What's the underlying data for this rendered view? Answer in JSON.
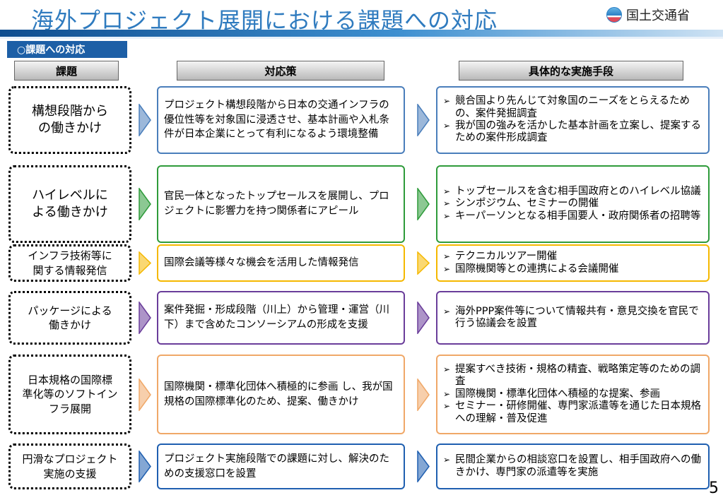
{
  "header": {
    "title": "海外プロジェクト展開における課題への対応",
    "ministry": "国土交通省"
  },
  "section_tag": "○課題への対応",
  "columns": {
    "issue": "課題",
    "measure": "対応策",
    "means": "具体的な実施手段"
  },
  "rows": [
    {
      "issue": "構想段階から\nの働きかけ",
      "measure": "プロジェクト構想段階から日本の交通インフラの優位性等を対象国に浸透させ、基本計画や入札条件が日本企業にとって有利になるよう環境整備",
      "means": [
        "競合国より先んじて対象国のニーズをとらえるための、案件発掘調査",
        "我が国の強みを活かした基本計画を立案し、提案するための案件形成調査"
      ],
      "color": "#4a7ebb"
    },
    {
      "issue": "ハイレベルに\nよる働きかけ",
      "measure": "官民一体となったトップセールスを展開し、プロジェクトに影響力を持つ関係者にアピール",
      "means": [
        "トップセールスを含む相手国政府とのハイレベル協議",
        "シンポジウム、セミナーの開催",
        "キーパーソンとなる相手国要人・政府関係者の招聘等"
      ],
      "color": "#2e9b3a"
    },
    {
      "issue": "インフラ技術等に\n関する情報発信",
      "measure": "国際会議等様々な機会を活用した情報発信",
      "means": [
        "テクニカルツアー開催",
        "国際機関等との連携による会議開催"
      ],
      "color": "#f5b800"
    },
    {
      "issue": "パッケージによる\n働きかけ",
      "measure": "案件発掘・形成段階（川上）から管理・運営（川下）まで含めたコンソーシアムの形成を支援",
      "means": [
        "海外PPP案件等について情報共有・意見交換を官民で行う協議会を設置"
      ],
      "color": "#6a3d9a"
    },
    {
      "issue": "日本規格の国際標\n準化等のソフトイン\nフラ展開",
      "measure": "国際機関・標準化団体へ積極的に参画 し、我が国規格の国際標準化のため、提案、働きかけ",
      "means": [
        "提案すべき技術・規格の精査、戦略策定等のための調査",
        "国際機関・標準化団体へ積極的な提案、参画",
        "セミナー・研修開催、専門家派遣等を通じた日本規格への理解・普及促進"
      ],
      "color": "#f0a868"
    },
    {
      "issue": "円滑なプロジェクト\n実施の支援",
      "measure": "プロジェクト実施段階での課題に対し、解決のための支援窓口を設置",
      "means": [
        "民間企業からの相談窓口を設置し、相手国政府への働きかけ、専門家の派遣等を実施"
      ],
      "color": "#1f5fb0"
    }
  ],
  "page_number": "5"
}
